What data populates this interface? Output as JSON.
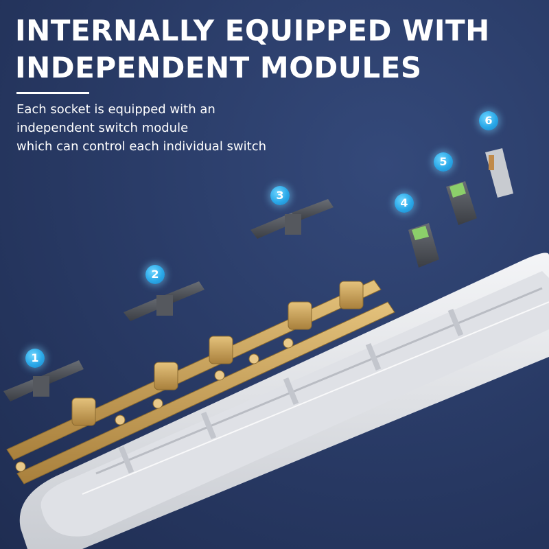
{
  "headline": {
    "line1": "INTERNALLY EQUIPPED WITH",
    "line2": "INDEPENDENT MODULES"
  },
  "description": {
    "line1": "Each socket is equipped with an",
    "line2": "independent switch module",
    "line3": "which can control each individual switch"
  },
  "badges": [
    "1",
    "2",
    "3",
    "4",
    "5",
    "6"
  ],
  "colors": {
    "background": "#2a3c68",
    "badge": "#2aa8e8",
    "brass": "#c9a25a",
    "housing": "#e6e8ec",
    "gray_part": "#4c4f55",
    "green_contact": "#8ccf6a"
  }
}
